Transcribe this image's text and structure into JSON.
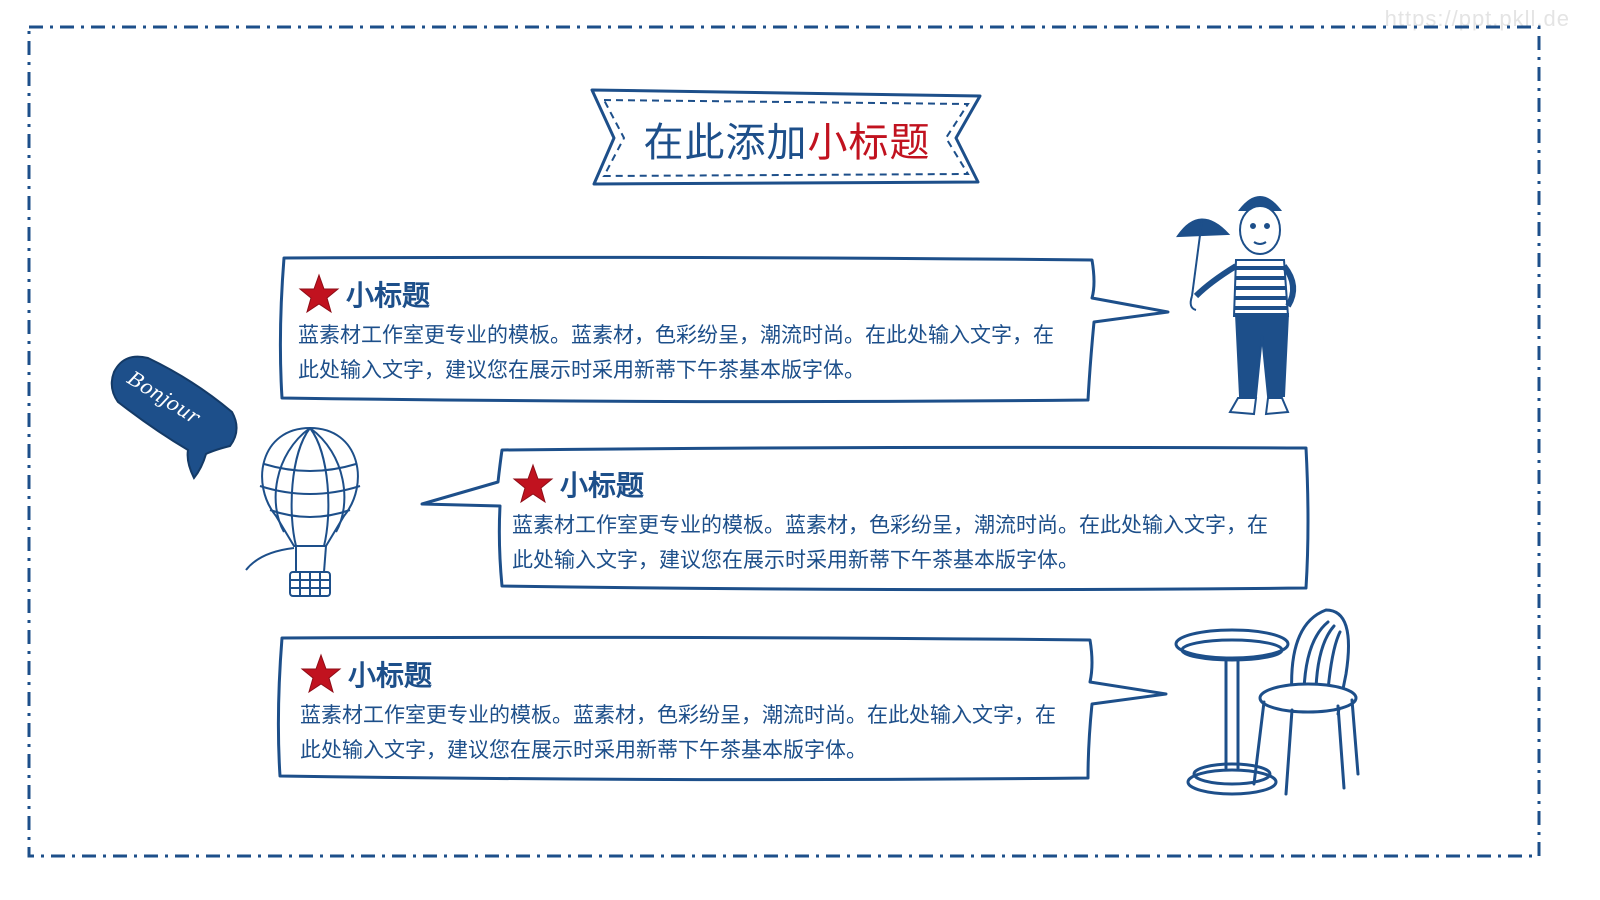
{
  "watermark": "https://ppt.pkll.de",
  "title": {
    "prefix": "在此添加",
    "accent": "小标题"
  },
  "colors": {
    "primary": "#1d4f8a",
    "accent": "#c1121f",
    "background": "#ffffff"
  },
  "bubbles": [
    {
      "heading": "小标题",
      "icon": "red-star-icon",
      "body": "蓝素材工作室更专业的模板。蓝素材，色彩纷呈，潮流时尚。在此处输入文字，在此处输入文字，建议您在展示时采用新蒂下午茶基本版字体。"
    },
    {
      "heading": "小标题",
      "icon": "red-star-icon",
      "body": "蓝素材工作室更专业的模板。蓝素材，色彩纷呈，潮流时尚。在此处输入文字，在此处输入文字，建议您在展示时采用新蒂下午茶基本版字体。"
    },
    {
      "heading": "小标题",
      "icon": "red-star-icon",
      "body": "蓝素材工作室更专业的模板。蓝素材，色彩纷呈，潮流时尚。在此处输入文字，在此处输入文字，建议您在展示时采用新蒂下午茶基本版字体。"
    }
  ],
  "decorations": {
    "flag_text": "Bonjour",
    "icons": [
      "mime-with-umbrella-icon",
      "hot-air-balloon-icon",
      "cafe-table-chair-icon"
    ]
  }
}
